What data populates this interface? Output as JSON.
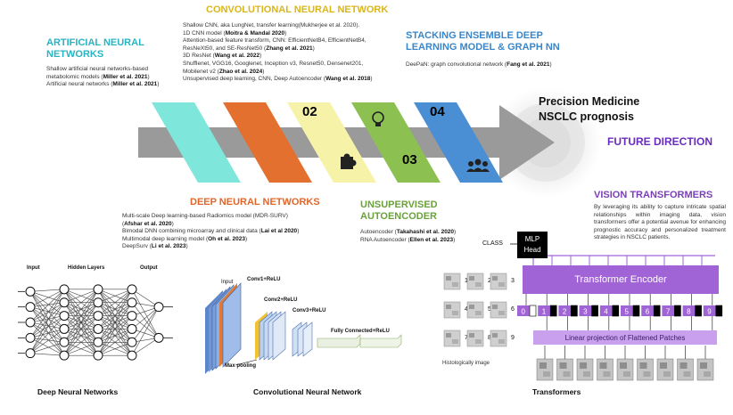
{
  "cnn_top": {
    "title": "CONVOLUTIONAL NEURAL NETWORK",
    "refs": [
      {
        "text": "Shallow CNN, aka LungNet, transfer learning(Mukherjee et al. 2020).",
        "cite": ""
      },
      {
        "text": "1D CNN model (",
        "cite": "Moitra & Mandal 2020",
        "tail": ")"
      },
      {
        "text": "Attention-based feature transform, CNN: EfficientNetB4, EfficientNetB4,",
        "cite": ""
      },
      {
        "text": "ResNeXt50, and SE-ResNet50 (",
        "cite": "Zhang et al. 2021",
        "tail": ")"
      },
      {
        "text": "3D ResNet (",
        "cite": "Wang et al. 2022",
        "tail": ")"
      },
      {
        "text": "Shufflenet, VGG16, Googlenet, Inception v3, Resnet50, Densenet201,",
        "cite": ""
      },
      {
        "text": "Mobilenet v2 (",
        "cite": "Zhao et al. 2024",
        "tail": ")"
      },
      {
        "text": "Unsupervised deep learning, CNN, Deep Autoencoder (",
        "cite": "Wang et al. 2018",
        "tail": ")"
      }
    ]
  },
  "ann": {
    "title1": "ARTIFICIAL NEURAL",
    "title2": "NETWORKS",
    "ref1a": "Shallow artificial neural networks-based",
    "ref1b": "metabolomic models (",
    "ref1cite": "Miller et al. 2021",
    "ref1tail": ")",
    "ref2": "Artificial neural networks (",
    "ref2cite": "Miller et al. 2021",
    "ref2tail": ")"
  },
  "stacking": {
    "title1": "STACKING ENSEMBLE DEEP",
    "title2": "LEARNING MODEL & GRAPH NN",
    "ref": "DeePaN: graph convolutional network (",
    "cite": "Fang et al. 2021",
    "tail": ")"
  },
  "precision": {
    "line1": "Precision Medicine",
    "line2": "NSCLC prognosis"
  },
  "future": "FUTURE DIRECTION",
  "numbers": {
    "n02": "02",
    "n03": "03",
    "n04": "04"
  },
  "dnn": {
    "title": "DEEP NEURAL NETWORKS",
    "r1": "Multi-scale Deep learning-based Radiomics model (MDR-SURV)",
    "r1cite": "Afshar et al. 2020",
    "r2": "Bimodal DNN combining microarray and clinical data (",
    "r2cite": "Lai et al 2020",
    "r3": "Multimodal deep learning model (",
    "r3cite": "Oh et al. 2023",
    "r4": "DeepSurv (",
    "r4cite": "Li et al. 2023",
    "open": "(",
    "close": ")"
  },
  "unsup": {
    "title1": "UNSUPERVISED",
    "title2": "AUTOENCODER",
    "r1": "Autoencoder (",
    "r1cite": "Takahashi et al. 2020",
    "r2": "RNA Autoencoder (",
    "r2cite": "Ellen et al. 2023",
    "close": ")"
  },
  "vit": {
    "title": "VISION TRANSFORMERS",
    "desc": "By leveraging its ability to capture intricate spatial relationships within imaging data, vision transformers offer a potential avenue for enhancing prognostic accuracy and personalized treatment strategies in NSCLC patients."
  },
  "nn_diagram": {
    "input": "Input",
    "hidden": "Hidden Layers",
    "output": "Output",
    "caption": "Deep Neural Networks"
  },
  "cnn_diagram": {
    "input": "Input",
    "conv1": "Conv1+ReLU",
    "conv2": "Conv2+ReLU",
    "conv3": "Conv3+ReLU",
    "fc": "Fully Connected+ReLU",
    "pool": "Max pooling",
    "caption": "Convolutional Neural Network"
  },
  "transformer": {
    "class": "CLASS",
    "mlp1": "MLP",
    "mlp2": "Head",
    "encoder": "Transformer Encoder",
    "projection": "Linear projection of Flattened Patches",
    "histo": "Histologically image",
    "caption": "Transformers",
    "tokens": [
      "0",
      "1",
      "2",
      "3",
      "4",
      "5",
      "6",
      "7",
      "8",
      "9"
    ],
    "patches": [
      "1",
      "2",
      "3",
      "4",
      "5",
      "6",
      "7",
      "8",
      "9"
    ]
  },
  "colors": {
    "teal": "#29b3c2",
    "orange": "#e0662a",
    "yellow": "#f6f3a8",
    "green": "#8cc152",
    "blue": "#4a8fd4",
    "purple": "#a064d6",
    "arrow": "#9a9a9a"
  }
}
